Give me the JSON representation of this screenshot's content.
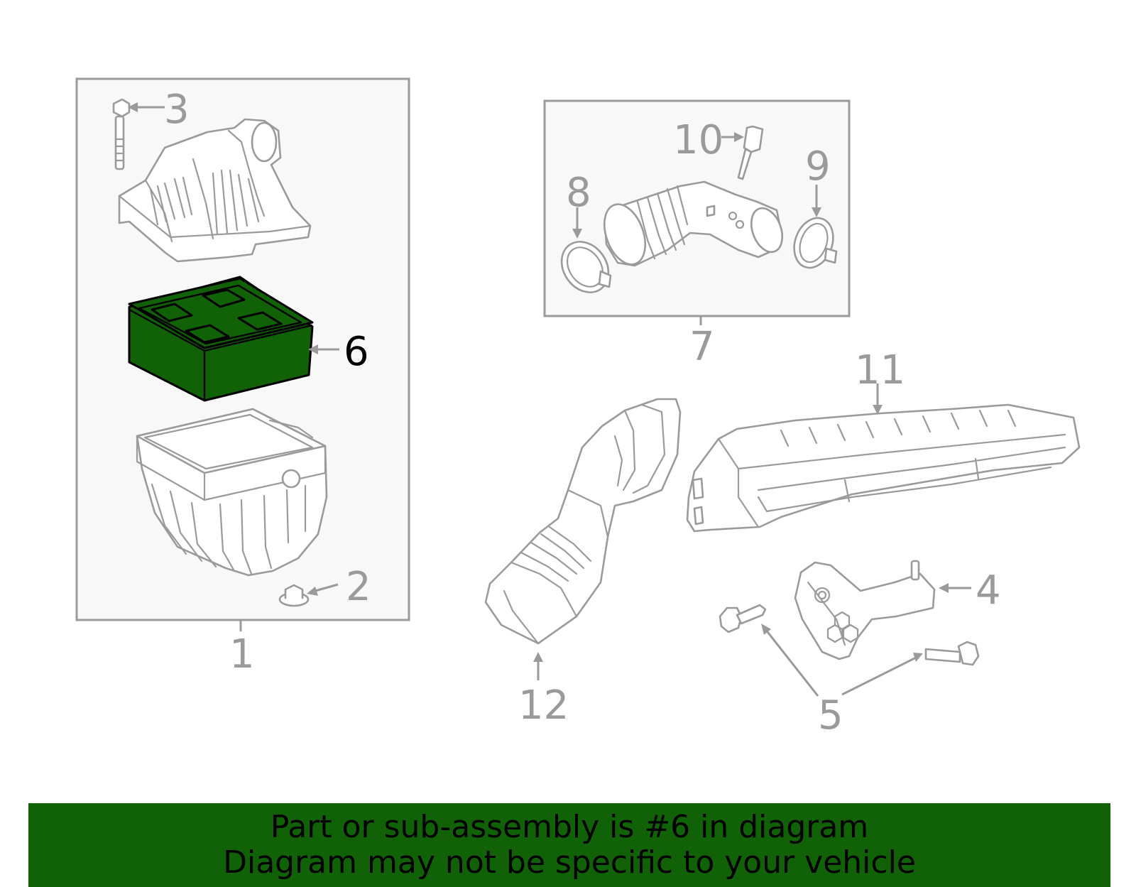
{
  "callouts": {
    "c1": "1",
    "c2": "2",
    "c3": "3",
    "c4": "4",
    "c5": "5",
    "c6": "6",
    "c7": "7",
    "c8": "8",
    "c9": "9",
    "c10": "10",
    "c11": "11",
    "c12": "12"
  },
  "highlight": {
    "part": "6",
    "color": "#116106"
  },
  "colors": {
    "line": "#9a9a9a",
    "box_fill": "#f8f8f8",
    "banner": "#116106"
  },
  "banner": {
    "line1": "Part or sub-assembly is #6 in diagram",
    "line2": "Diagram may not be specific to your vehicle"
  }
}
